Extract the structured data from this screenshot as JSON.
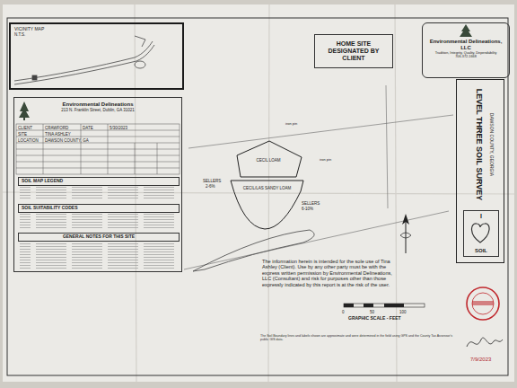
{
  "diagram": {
    "nodes": [
      {
        "text": [
          "VICINITY MAP",
          "N.T.S."
        ]
      },
      {
        "text": [
          "Environmental Delineations",
          "213 N. Franklin Street, Dublin, GA 31021"
        ]
      },
      {
        "text": [
          "SOIL MAP LEGEND"
        ],
        "in": 1
      },
      {
        "text": [
          "SOIL SUITABILITY CODES"
        ],
        "in": 1
      },
      {
        "text": [
          "GENERAL NOTES FOR THIS SITE"
        ],
        "in": 1
      },
      {
        "text": [
          "HOME SITE DESIGNATED BY CLIENT"
        ]
      },
      {
        "text": [
          "Environmental Delineations, LLC",
          "Tradition, Integrity, Quality, Dependability",
          "706-372-1668"
        ]
      },
      {
        "text": [
          "LEVEL THREE SOIL SURVEY",
          "DAWSON COUNTY, GEORGIA"
        ]
      },
      {
        "text": [
          "I",
          "SOIL"
        ],
        "in": 7
      },
      {
        "text": [
          "CECIL LOAM"
        ]
      },
      {
        "text": [
          "CECIL/LAS SANDY LOAM"
        ]
      }
    ],
    "labels": [
      "CLIENT",
      "CRAWFORD",
      "DATE",
      "5/30/2023",
      "SITE",
      "TINA ASHLEY",
      "LOCATION",
      "DAWSON COUNTY, GA",
      "SELLERS",
      "2-6%",
      "SELLERS",
      "6-10%",
      "iron pin",
      "iron pin",
      "The information herein is intended for the sole use of Tina Ashley (Client). Use by any other party must be with the express written permission by Environmental Delineations, LLC (Consultant) and risk for purposes other than those expressly indicated by this report is at the risk of the user.",
      "0",
      "50",
      "100",
      "GRAPHIC SCALE - FEET",
      "The Soil Boundary lines and labels shown are approximate and were determined in the field using GPS and the County Tax Assessor's public GIS data.",
      "7/9/2023"
    ]
  }
}
